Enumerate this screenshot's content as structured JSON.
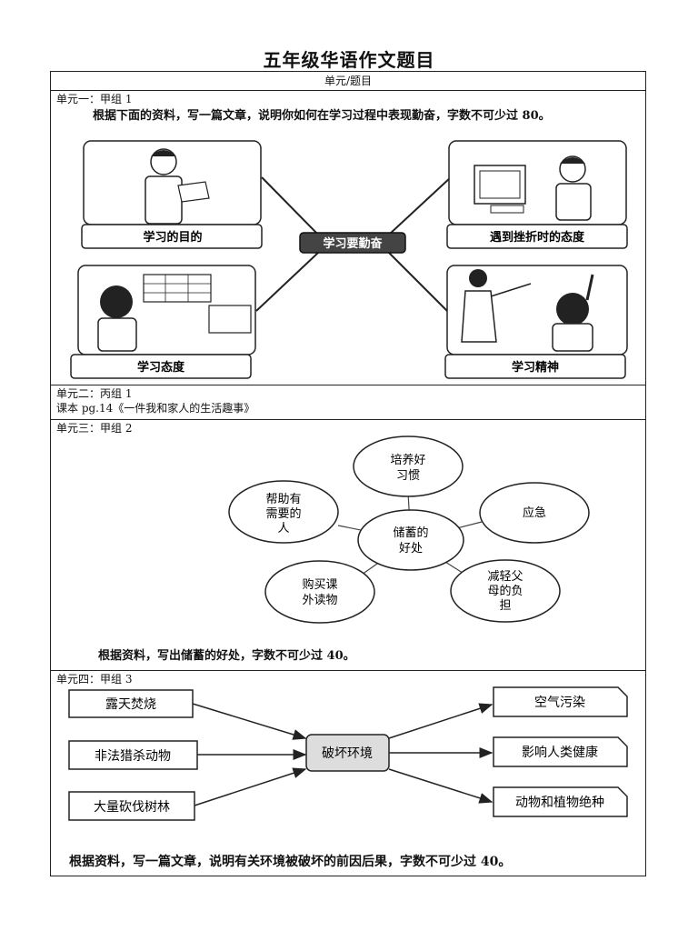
{
  "title": "五年级华语作文题目",
  "column_header": "单元/题目",
  "unit1": {
    "label": "单元一：甲组 1",
    "instruction": "根据下面的资料，写一篇文章，说明你如何在学习过程中表现勤奋，字数不可少过 80。",
    "center": "学习要勤奋",
    "panels": [
      "学习的目的",
      "遇到挫折时的态度",
      "学习态度",
      "学习精神"
    ]
  },
  "unit2": {
    "label": "单元二：丙组 1",
    "text": "课本 pg.14《一件我和家人的生活趣事》"
  },
  "unit3": {
    "label": "单元三：甲组 2",
    "center": [
      "储蓄的",
      "好处"
    ],
    "bubbles": [
      [
        "培养好",
        "习惯"
      ],
      [
        "应急"
      ],
      [
        "减轻父",
        "母的负",
        "担"
      ],
      [
        "购买课",
        "外读物"
      ],
      [
        "帮助有",
        "需要的",
        "人"
      ]
    ],
    "instruction": "根据资料，写出储蓄的好处，字数不可少过 40。"
  },
  "unit4": {
    "label": "单元四：甲组 3",
    "causes": [
      "露天焚烧",
      "非法猎杀动物",
      "大量砍伐树林"
    ],
    "center": "破坏环境",
    "effects": [
      "空气污染",
      "影响人类健康",
      "动物和植物绝种"
    ],
    "instruction": "根据资料，写一篇文章，说明有关环境被破坏的前因后果，字数不可少过 40。"
  }
}
